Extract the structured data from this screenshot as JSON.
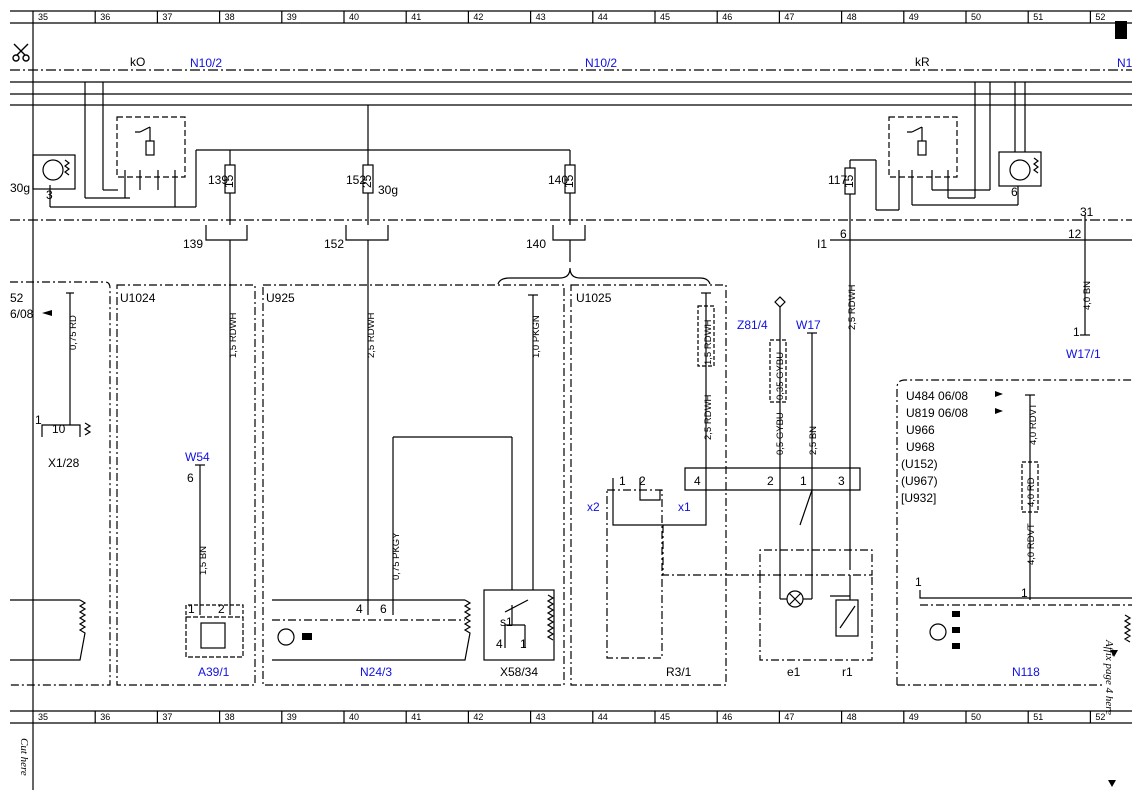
{
  "ruler": {
    "columns": [
      "35",
      "36",
      "37",
      "38",
      "39",
      "40",
      "41",
      "42",
      "43",
      "44",
      "45",
      "46",
      "47",
      "48",
      "49",
      "50",
      "51",
      "52"
    ]
  },
  "side_notes": {
    "cut_here": "Cut here",
    "affix": "Affix page 4 here"
  },
  "header": {
    "ko": "kO",
    "kr": "kR",
    "n10_2_left": "N10/2",
    "n10_2_mid": "N10/2",
    "n1_right": "N1"
  },
  "fuses": [
    {
      "id": "139",
      "amps": "15"
    },
    {
      "id": "152",
      "amps": "25",
      "extra": "30g"
    },
    {
      "id": "140",
      "amps": "15"
    },
    {
      "id": "117",
      "amps": "15"
    }
  ],
  "labels": {
    "g30": "30g",
    "relay_left_pin": "3",
    "relay_right_pin": "6",
    "bus_139": "139",
    "bus_152": "152",
    "bus_140": "140",
    "i1": "I1",
    "i1_pin": "6",
    "pin12": "12",
    "pin31": "31",
    "u52": "52",
    "u52_date": "6/08",
    "u1024": "U1024",
    "u925": "U925",
    "u1025": "U1025",
    "x1_28": "X1/28",
    "x1_28_pin1": "1",
    "x1_28_pin10": "10",
    "w54": "W54",
    "w54_pin": "6",
    "a39_1": "A39/1",
    "a39_pin1": "1",
    "a39_pin2": "2",
    "n24_3": "N24/3",
    "n24_pin4": "4",
    "n24_pin6": "6",
    "x58_34": "X58/34",
    "s1": "s1",
    "x58_pin4": "4",
    "x58_pin1": "1",
    "z81_4": "Z81/4",
    "w17": "W17",
    "w17_1": "W17/1",
    "w17_1_pin": "1",
    "x2": "x2",
    "x1": "x1",
    "r3_1": "R3/1",
    "r3_pin1": "1",
    "r3_pin2": "2",
    "conn_pin4": "4",
    "conn_pin2": "2",
    "conn_pin1": "1",
    "conn_pin3": "3",
    "e1": "e1",
    "r1": "r1",
    "n118": "N118",
    "n118_pin1a": "1",
    "n118_pin1b": "1"
  },
  "wires": {
    "w075rd": "0,75 RD",
    "w15rdwh_a": "1,5 RDWH",
    "w25rdwh_a": "2,5 RDWH",
    "w10pkgn": "1,0 PKGN",
    "w15rdwh_b": "1,5 RDWH",
    "w25rdwh_b": "2,5 RDWH",
    "w035gybu": "0,35 GYBU",
    "w05gybu": "0,5 GYBU",
    "w25bn": "2,5 BN",
    "w25rdwh_c": "2,5 RDWH",
    "w40bn": "4,0 BN",
    "w15bn": "1,5 BN",
    "w075pkgy": "0,75 PKGY",
    "w40rdvt_a": "4,0 RDVT",
    "w40rd": "4,0 RD",
    "w40rdvt_b": "4,0 RDVT"
  },
  "variants": {
    "u484": "U484 06/08",
    "u819": "U819 06/08",
    "u966": "U966",
    "u968": "U968",
    "u152": "(U152)",
    "u967": "(U967)",
    "u932": "[U932]"
  }
}
